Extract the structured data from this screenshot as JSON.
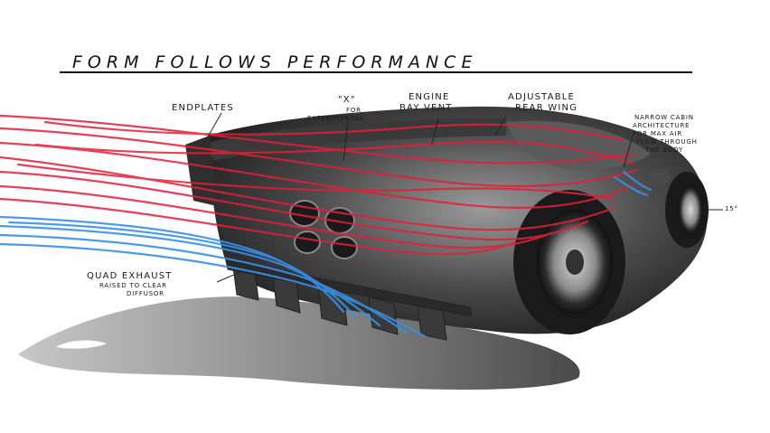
{
  "title": "FORM FOLLOWS PERFORMANCE",
  "labels": {
    "endplates": "ENDPLATES",
    "x_mark": "\"X\"",
    "x_for": "FOR",
    "x_experimental": "EXPERIMENTAL",
    "engine_bay_vent_1": "ENGINE",
    "engine_bay_vent_2": "BAY VENT",
    "rear_wing_1": "ADJUSTABLE",
    "rear_wing_2": "REAR WING",
    "narrow_cabin_1": "NARROW CABIN",
    "narrow_cabin_2": "ARCHITECTURE",
    "narrow_cabin_3": "FOR MAX AIR",
    "narrow_cabin_4": "FLOW THROUGH",
    "narrow_cabin_5": "THE BODY",
    "quad_exhaust_1": "QUAD EXHAUST",
    "quad_exhaust_2": "RAISED TO CLEAR",
    "quad_exhaust_3": "DIFFUSOR",
    "angle_mark": "15°"
  },
  "colors": {
    "airflow_red": "#e0203a",
    "airflow_blue": "#3a8fe8",
    "body_dark": "#2b2b2b",
    "shadow": "#555555"
  }
}
